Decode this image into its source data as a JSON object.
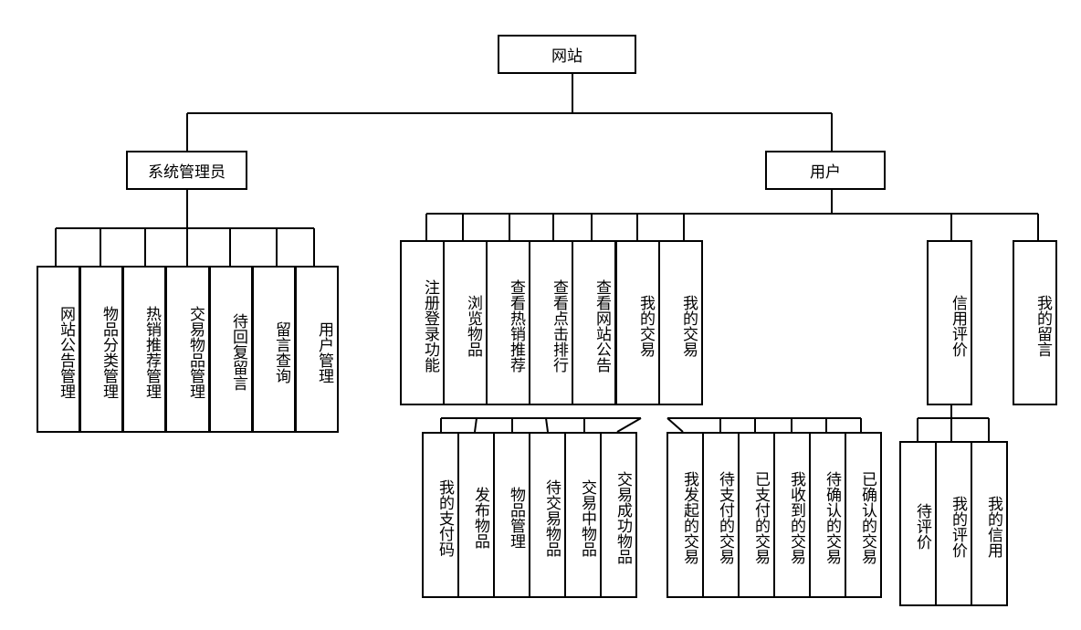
{
  "root": "网站",
  "admin": {
    "label": "系统管理员",
    "children": [
      "网站公告管理",
      "物品分类管理",
      "热销推荐管理",
      "交易物品管理",
      "待回复留言",
      "留言查询",
      "用户管理"
    ]
  },
  "user": {
    "label": "用户",
    "children": [
      "注册登录功能",
      "浏览物品",
      "查看热销推荐",
      "查看点击排行",
      "查看网站公告",
      "我的交易",
      "我的交易",
      "信用评价",
      "我的留言"
    ]
  },
  "trade_a": [
    "我的支付码",
    "发布物品",
    "物品管理",
    "待交易物品",
    "交易中物品",
    "交易成功物品"
  ],
  "trade_b": [
    "我发起的交易",
    "待支付的交易",
    "已支付的交易",
    "我收到的交易",
    "待确认的交易",
    "已确认的交易"
  ],
  "credit": [
    "待评价",
    "我的评价",
    "我的信用"
  ]
}
